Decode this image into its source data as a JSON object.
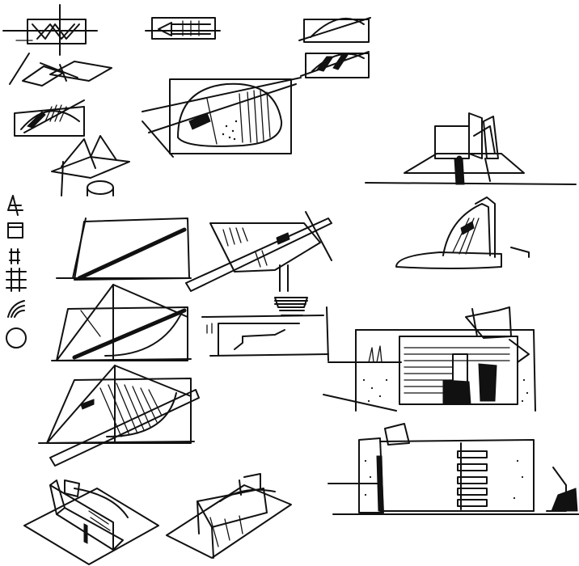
{
  "sheet": {
    "ink_color": "#111111",
    "paper_color": "#ffffff",
    "sketches": [
      "thumbnail-plan-cross",
      "thumbnail-arrow-box",
      "thumbnail-arc-box",
      "thumbnail-arc-box-hatched",
      "thumbnail-perspective-planes",
      "thumbnail-hatched-wedge",
      "thumbnail-tent-structure",
      "large-oval-plan",
      "symbol-legend",
      "diagonal-frame-plan",
      "hatched-wing-plan",
      "triangle-arc-plan",
      "section-stair",
      "triangle-hatched-plan",
      "building-perspective-1",
      "building-perspective-2",
      "massing-perspective-right",
      "sail-perspective-right",
      "elevation-with-sail",
      "elevation-with-windows"
    ]
  }
}
